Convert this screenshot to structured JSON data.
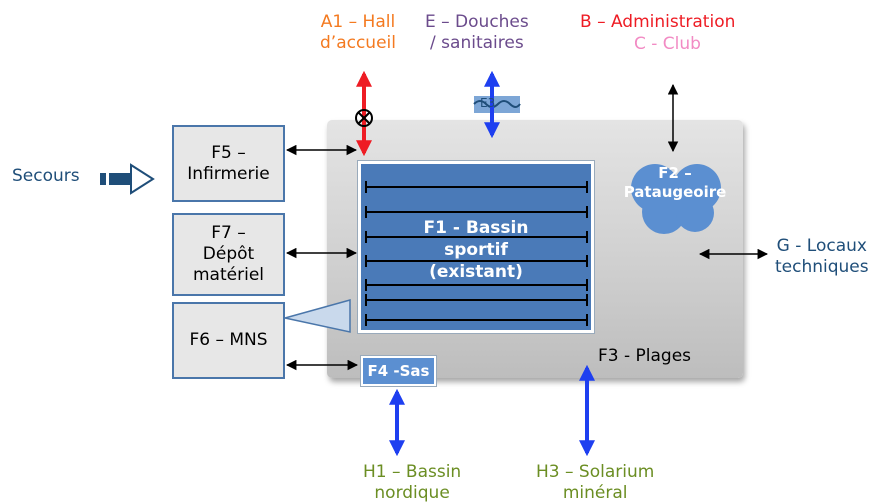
{
  "labels": {
    "a1": "A1 – Hall\nd’accueil",
    "e": "E – Douches\n/ sanitaires",
    "b": "B – Administration",
    "c": "C - Club",
    "secours": "Secours",
    "g": "G - Locaux\ntechniques",
    "h1": "H1 – Bassin\nnordique",
    "h3": "H3 – Solarium\nminéral"
  },
  "rooms": {
    "f5": "F5 –\nInfirmerie",
    "f7": "F7 –\nDépôt\nmatériel",
    "f6": "F6 – MNS",
    "f1": "F1 - Bassin\nsportif\n(existant)",
    "f2": "F2 –\nPataugeoire",
    "f3": "F3 - Plages",
    "f4": "F4 -Sas",
    "e3": "E3"
  },
  "colors": {
    "a1": "#f47a20",
    "e": "#6b4b8c",
    "b": "#ee1c24",
    "c": "#f28bc4",
    "dark_blue": "#1f4e79",
    "green": "#6b8e23",
    "pool_blue": "#4a7ab8",
    "arrow_blue": "#1e3ff0",
    "arrow_red": "#ee1c24"
  }
}
